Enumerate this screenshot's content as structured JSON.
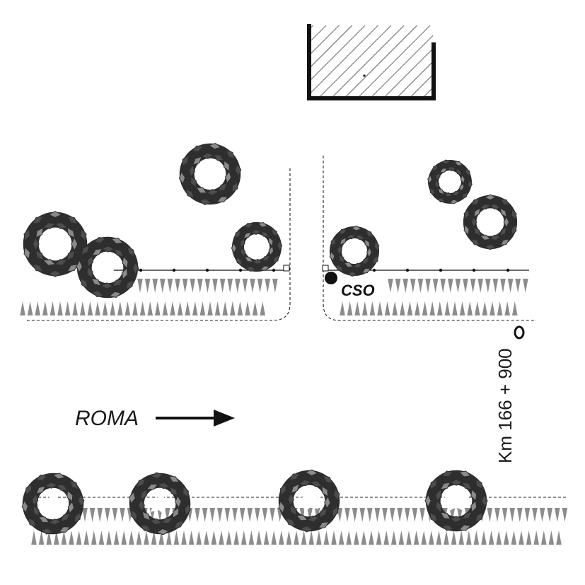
{
  "labels": {
    "direction": "ROMA",
    "station": "CSO",
    "kilometer": "Km 166 + 900"
  },
  "symbols": {
    "tree": "tree-canopy-icon",
    "hedge": "hedge-tooth-icon",
    "marker": "station-marker-icon",
    "arrow": "direction-arrow-icon",
    "building": "building-hatched-icon",
    "post": "post-marker-icon"
  },
  "colors": {
    "tree_fill": "#4d4d4d",
    "tree_dark": "#2e2e2e",
    "tree_light": "#8a8a8a",
    "hedge": "#8c8c8c",
    "ink": "#111111"
  }
}
